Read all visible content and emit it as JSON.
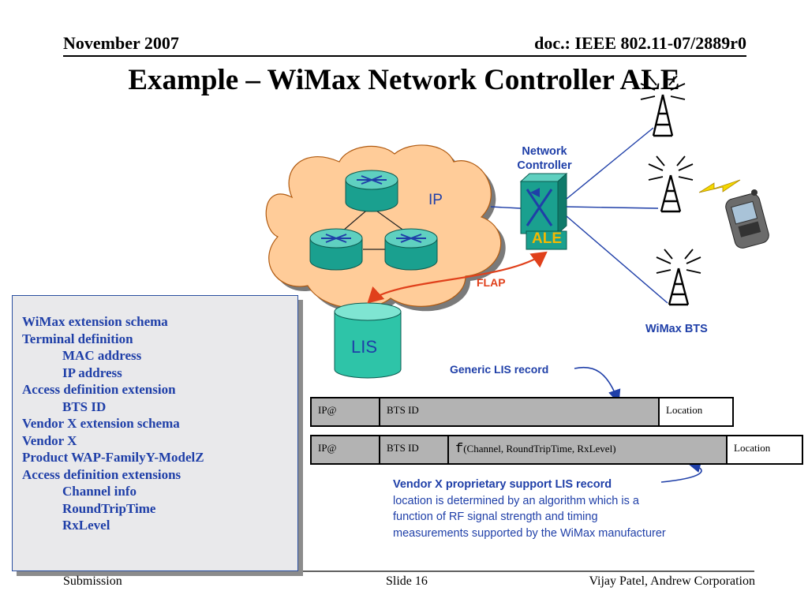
{
  "header": {
    "date": "November 2007",
    "doc": "doc.: IEEE 802.11-07/2889r0"
  },
  "title": "Example – WiMax Network Controller ALE",
  "diagram": {
    "ip_label": "IP",
    "lis_label": "LIS",
    "network_controller": "Network Controller",
    "ale_label": "ALE",
    "flap_label": "FLAP",
    "wimax_bts": "WiMax BTS",
    "generic_record_label": "Generic LIS record"
  },
  "schema": {
    "items": [
      {
        "text": "WiMax extension schema",
        "indent": false
      },
      {
        "text": "Terminal definition",
        "indent": false
      },
      {
        "text": "MAC address",
        "indent": true
      },
      {
        "text": "IP address",
        "indent": true
      },
      {
        "text": "Access definition extension",
        "indent": false
      },
      {
        "text": "BTS ID",
        "indent": true
      },
      {
        "text": "Vendor X extension schema",
        "indent": false
      },
      {
        "text": "Vendor X",
        "indent": false
      },
      {
        "text": "Product WAP-FamilyY-ModelZ",
        "indent": false
      },
      {
        "text": "Access definition extensions",
        "indent": false
      },
      {
        "text": "Channel info",
        "indent": true
      },
      {
        "text": "RoundTripTime",
        "indent": true
      },
      {
        "text": "RxLevel",
        "indent": true
      }
    ]
  },
  "records": {
    "generic": [
      "IP@",
      "BTS ID",
      "Location"
    ],
    "vendor": {
      "ip": "IP@",
      "bts": "BTS ID",
      "f_symbol": "f",
      "f_args": "(Channel, RoundTripTime, RxLevel)",
      "location": "Location"
    }
  },
  "vendor_note": {
    "title": "Vendor X proprietary support LIS record",
    "body": "location is determined by an algorithm which is a function of RF signal strength and timing measurements supported by the WiMax manufacturer"
  },
  "footer": {
    "left": "Submission",
    "center": "Slide 16",
    "right": "Vijay Patel, Andrew Corporation"
  },
  "colors": {
    "cloud": "#ffcc99",
    "cloud_border": "#b05a10",
    "router": "#1aa08f",
    "ale": "#f5b800",
    "flap_arrow": "#e0401b",
    "link": "#1f3fa8",
    "text_blue": "#1f3fa8"
  }
}
